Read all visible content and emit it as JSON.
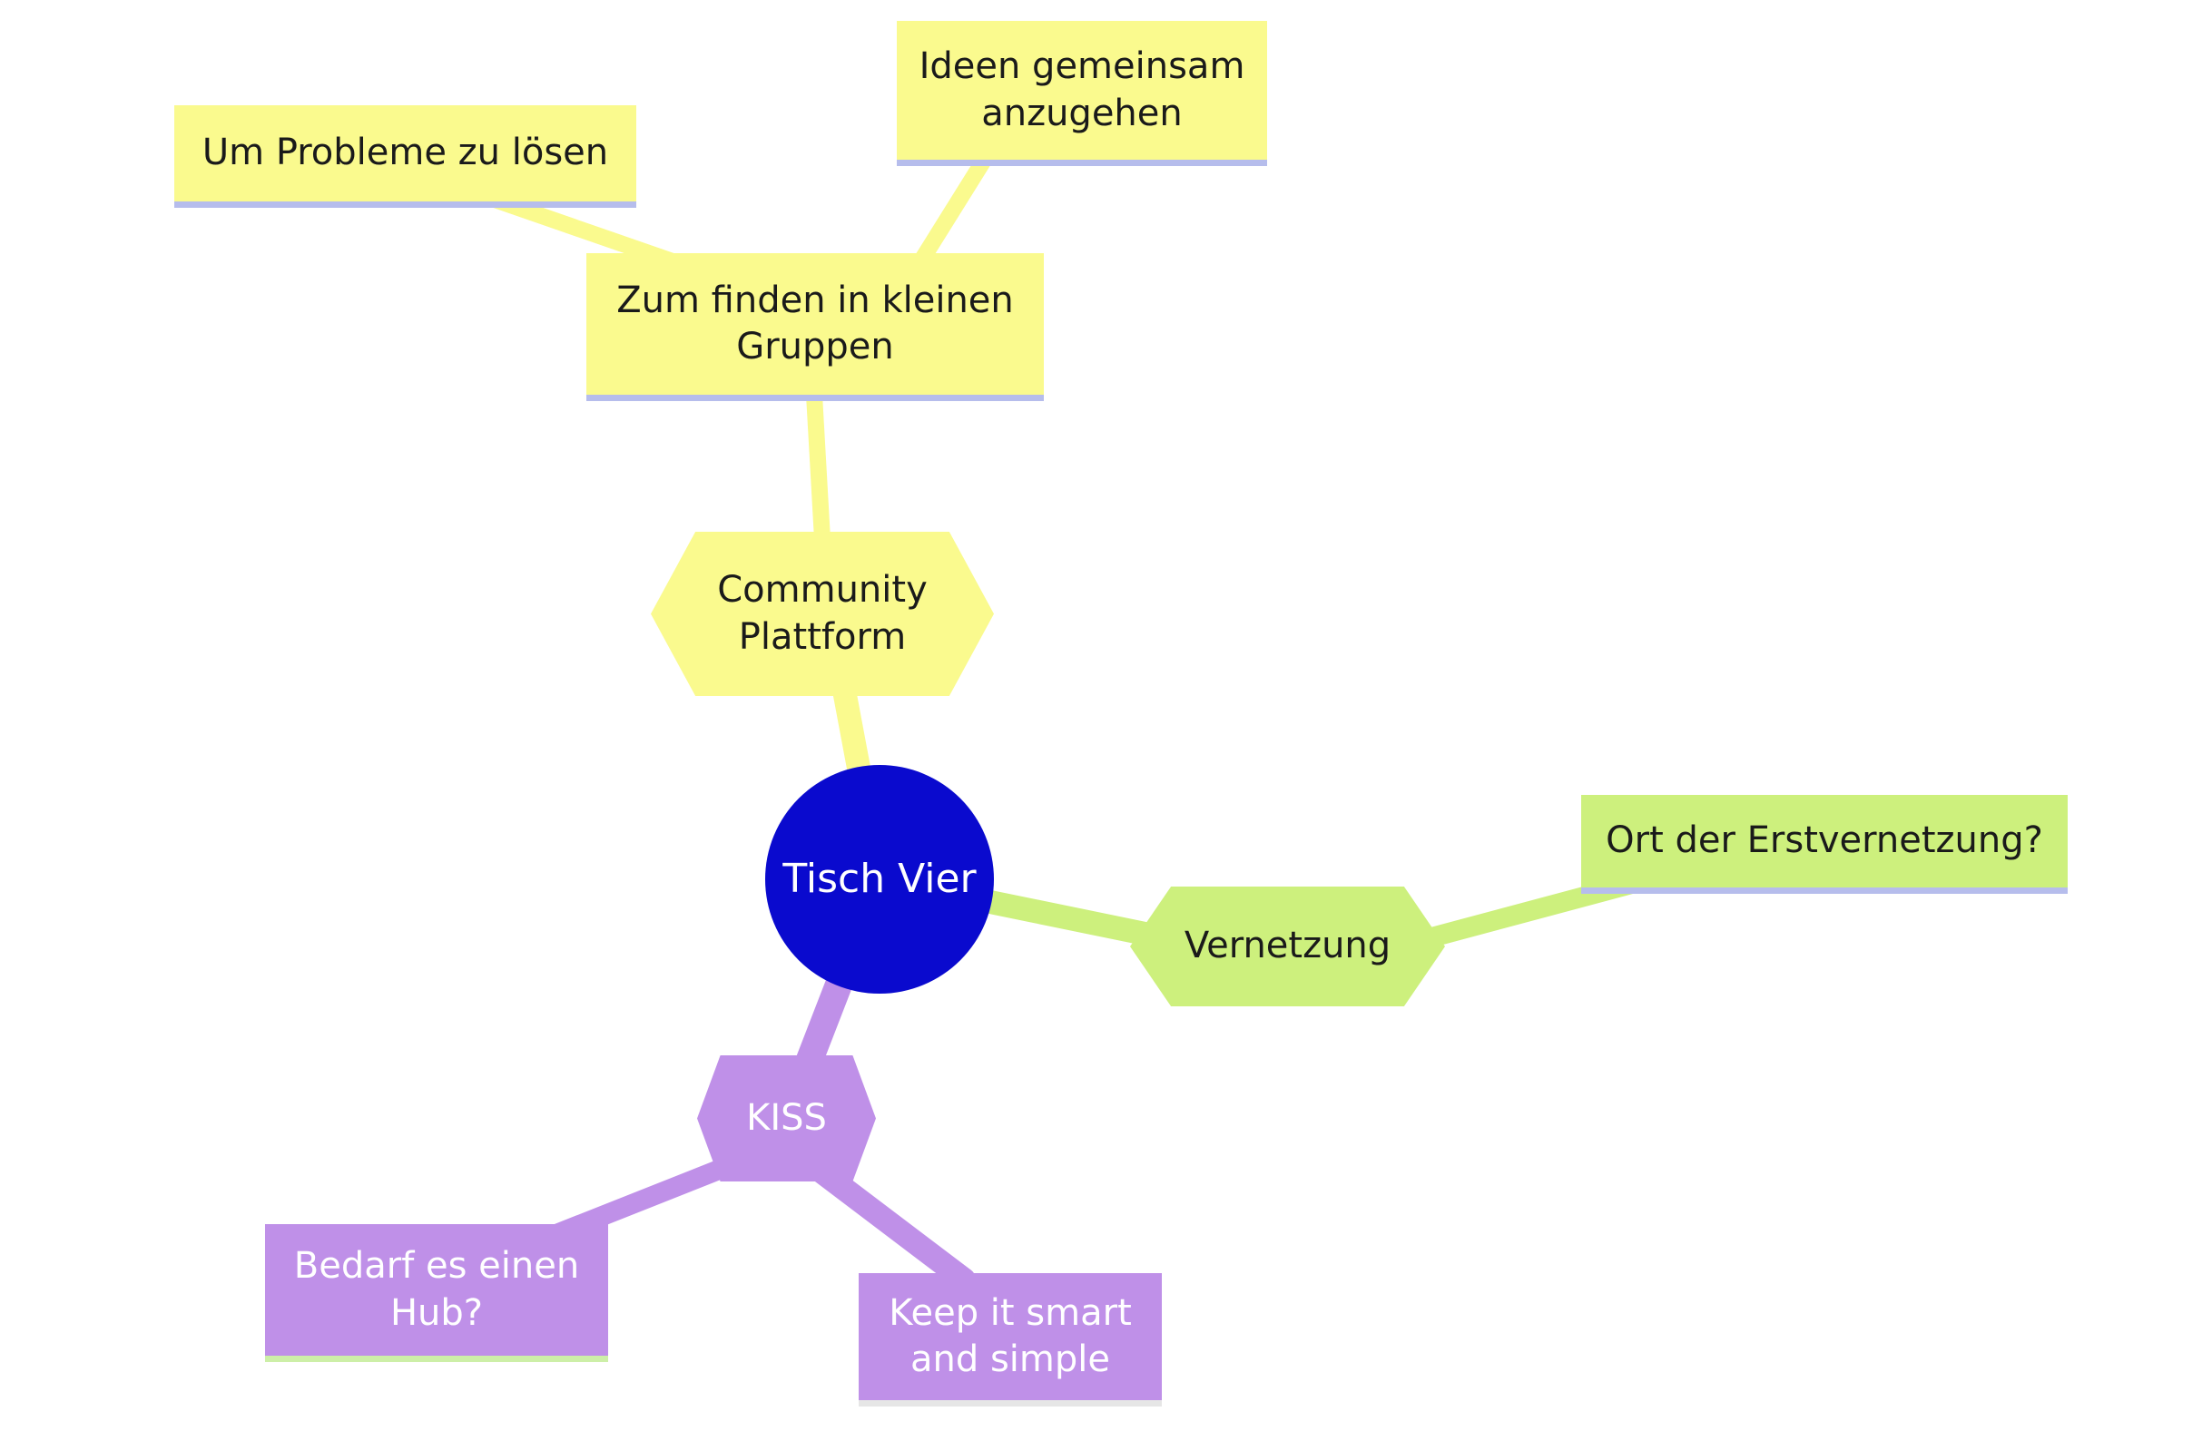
{
  "mindmap": {
    "nodes": {
      "tisch_vier": {
        "label": "Tisch Vier",
        "shape": "circle"
      },
      "community_plattform": {
        "label": "Community\nPlattform",
        "shape": "hexagon"
      },
      "zum_finden": {
        "label": "Zum finden in kleinen\nGruppen",
        "shape": "box"
      },
      "um_probleme": {
        "label": "Um Probleme zu lösen",
        "shape": "box"
      },
      "ideen": {
        "label": "Ideen gemeinsam\nanzugehen",
        "shape": "box"
      },
      "vernetzung": {
        "label": "Vernetzung",
        "shape": "hexagon"
      },
      "ort_der_erstvernetzung": {
        "label": "Ort der Erstvernetzung?",
        "shape": "box"
      },
      "kiss": {
        "label": "KISS",
        "shape": "hexagon"
      },
      "bedarf_hub": {
        "label": "Bedarf es einen\nHub?",
        "shape": "box"
      },
      "keep_it_smart": {
        "label": "Keep it smart\nand simple",
        "shape": "box"
      }
    },
    "edges": [
      {
        "from": "um_probleme",
        "to": "zum_finden",
        "color": "#fafa8e"
      },
      {
        "from": "ideen",
        "to": "zum_finden",
        "color": "#fafa8e"
      },
      {
        "from": "zum_finden",
        "to": "community_plattform",
        "color": "#fafa8e"
      },
      {
        "from": "community_plattform",
        "to": "tisch_vier",
        "color": "#fafa8e"
      },
      {
        "from": "tisch_vier",
        "to": "vernetzung",
        "color": "#cdf07d"
      },
      {
        "from": "vernetzung",
        "to": "ort_der_erstvernetzung",
        "color": "#cdf07d"
      },
      {
        "from": "tisch_vier",
        "to": "kiss",
        "color": "#bf90e8"
      },
      {
        "from": "kiss",
        "to": "bedarf_hub",
        "color": "#bf90e8"
      },
      {
        "from": "kiss",
        "to": "keep_it_smart",
        "color": "#bf90e8"
      }
    ],
    "colors": {
      "background": "#ffffff",
      "yellow_branch": "#fafa8e",
      "green_branch": "#cdf07d",
      "purple_branch": "#bf90e8",
      "root_blue": "#0a0ace",
      "underline_periwinkle": "#b6bdec",
      "underline_green": "#cdefa8",
      "underline_gray": "#e6e6e6",
      "text_dark": "#1a1a1a",
      "text_light": "#ffffff"
    }
  }
}
